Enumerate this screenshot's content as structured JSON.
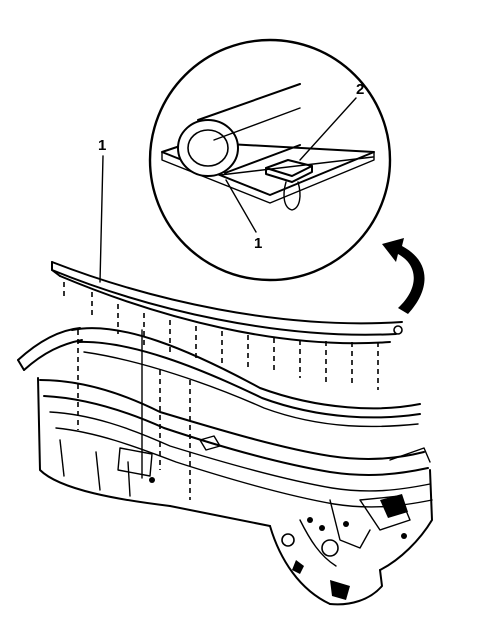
{
  "callouts": {
    "strip_main": "1",
    "strip_detail": "1",
    "clip_detail": "2"
  }
}
